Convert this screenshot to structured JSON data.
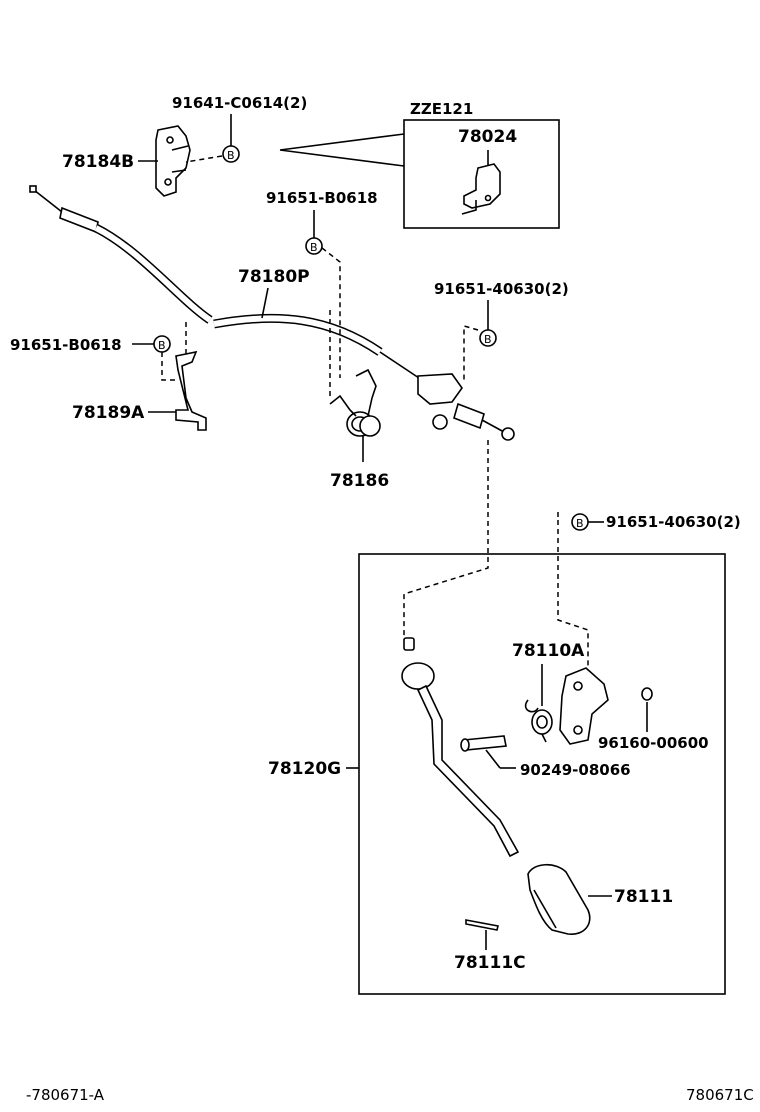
{
  "labels": {
    "p91641": "91641-C0614(2)",
    "zze": "ZZE121",
    "p78024": "78024",
    "p78184b": "78184B",
    "p91651_b0618_top": "91651-B0618",
    "p78180p": "78180P",
    "p91651_40630_mid": "91651-40630(2)",
    "p91651_b0618_left": "91651-B0618",
    "p78189a": "78189A",
    "p78186": "78186",
    "p91651_40630_right": "91651-40630(2)",
    "p78110a": "78110A",
    "p96160": "96160-00600",
    "p78120g": "78120G",
    "p90249": "90249-08066",
    "p78111": "78111",
    "p78111c": "78111C"
  },
  "bolt_symbol": "B",
  "footer": {
    "left_code": "-780671-A",
    "right_code": "780671C"
  }
}
